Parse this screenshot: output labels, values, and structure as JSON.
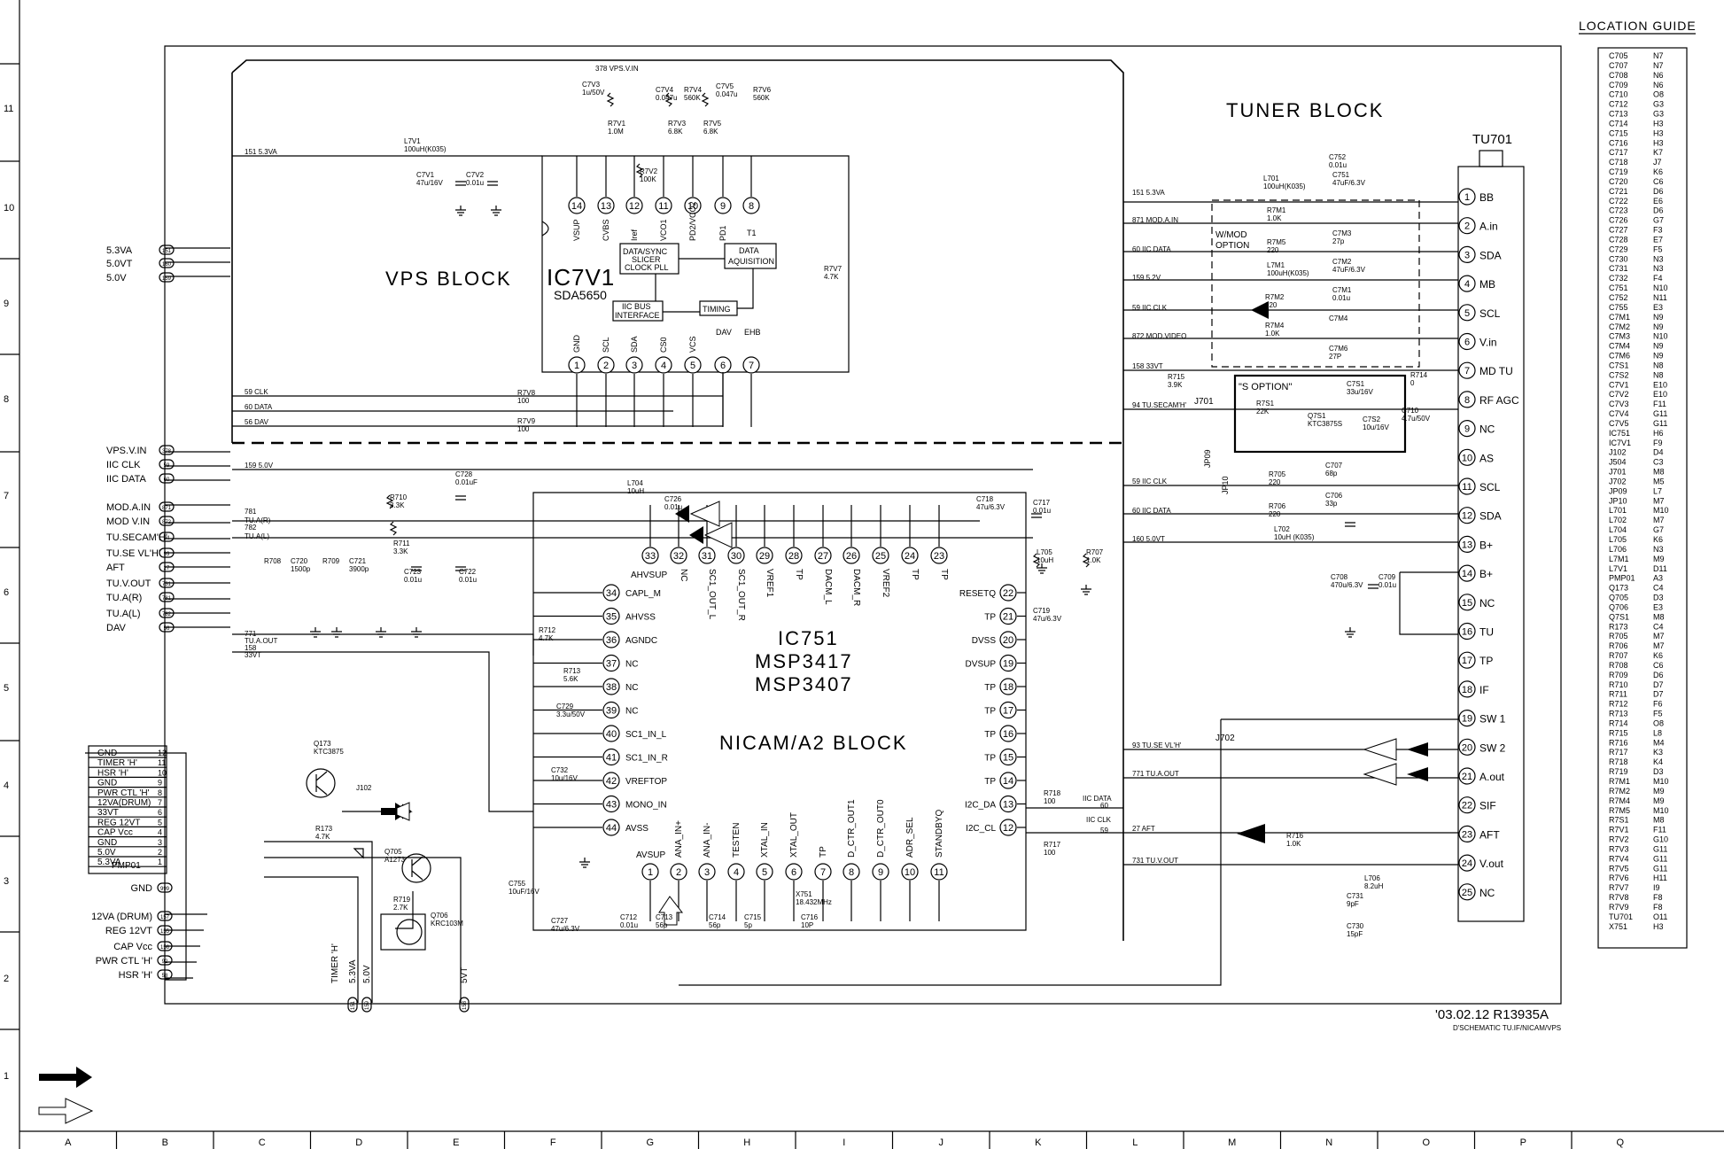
{
  "blocks": {
    "vps": "VPS BLOCK",
    "tuner": "TUNER BLOCK",
    "nicam": "NICAM/A2 BLOCK",
    "s_option": "\"S OPTION\"",
    "wmod_option": [
      "W/MOD",
      "OPTION"
    ]
  },
  "ic7v1": {
    "ref": "IC7V1",
    "part": "SDA5650",
    "top_pins": [
      {
        "num": "14",
        "label": "VSUP"
      },
      {
        "num": "13",
        "label": "CVBS"
      },
      {
        "num": "12",
        "label": "Iref"
      },
      {
        "num": "11",
        "label": "VCO1"
      },
      {
        "num": "10",
        "label": "PD2/VCO2"
      },
      {
        "num": "9",
        "label": "PD1"
      },
      {
        "num": "8",
        "label": ""
      }
    ],
    "bottom_pins": [
      {
        "num": "1",
        "label": "GND"
      },
      {
        "num": "2",
        "label": "SCL"
      },
      {
        "num": "3",
        "label": "SDA"
      },
      {
        "num": "4",
        "label": "CS0"
      },
      {
        "num": "5",
        "label": "VCS"
      },
      {
        "num": "6",
        "label": "DAV"
      },
      {
        "num": "7",
        "label": "EHB"
      }
    ],
    "inner": [
      "DATA/SYNC",
      "SLICER",
      "CLOCK PLL",
      "DATA",
      "AQUISITION",
      "IIC BUS",
      "INTERFACE",
      "TIMING"
    ],
    "pin8_label": "T1"
  },
  "ic751": {
    "ref": "IC751",
    "parts": [
      "MSP3417",
      "MSP3407"
    ],
    "top_pins": [
      {
        "num": "33",
        "label": "AHVSUP"
      },
      {
        "num": "32",
        "label": "NC"
      },
      {
        "num": "31",
        "label": "SC1_OUT_L"
      },
      {
        "num": "30",
        "label": "SC1_OUT_R"
      },
      {
        "num": "29",
        "label": "VREF1"
      },
      {
        "num": "28",
        "label": "TP"
      },
      {
        "num": "27",
        "label": "DACM_L"
      },
      {
        "num": "26",
        "label": "DACM_R"
      },
      {
        "num": "25",
        "label": "VREF2"
      },
      {
        "num": "24",
        "label": "TP"
      },
      {
        "num": "23",
        "label": "TP"
      }
    ],
    "left_pins": [
      {
        "num": "34",
        "label": "CAPL_M"
      },
      {
        "num": "35",
        "label": "AHVSS"
      },
      {
        "num": "36",
        "label": "AGNDC"
      },
      {
        "num": "37",
        "label": "NC"
      },
      {
        "num": "38",
        "label": "NC"
      },
      {
        "num": "39",
        "label": "NC"
      },
      {
        "num": "40",
        "label": "SC1_IN_L"
      },
      {
        "num": "41",
        "label": "SC1_IN_R"
      },
      {
        "num": "42",
        "label": "VREFTOP"
      },
      {
        "num": "43",
        "label": "MONO_IN"
      },
      {
        "num": "44",
        "label": "AVSS"
      }
    ],
    "right_pins": [
      {
        "num": "22",
        "label": "RESETQ"
      },
      {
        "num": "21",
        "label": "TP"
      },
      {
        "num": "20",
        "label": "DVSS"
      },
      {
        "num": "19",
        "label": "DVSUP"
      },
      {
        "num": "18",
        "label": "TP"
      },
      {
        "num": "17",
        "label": "TP"
      },
      {
        "num": "16",
        "label": "TP"
      },
      {
        "num": "15",
        "label": "TP"
      },
      {
        "num": "14",
        "label": "TP"
      },
      {
        "num": "13",
        "label": "I2C_DA"
      },
      {
        "num": "12",
        "label": "I2C_CL"
      }
    ],
    "bottom_pins": [
      {
        "num": "1",
        "label": "AVSUP"
      },
      {
        "num": "2",
        "label": "ANA_IN+"
      },
      {
        "num": "3",
        "label": "ANA_IN-"
      },
      {
        "num": "4",
        "label": "TESTEN"
      },
      {
        "num": "5",
        "label": "XTAL_IN"
      },
      {
        "num": "6",
        "label": "XTAL_OUT"
      },
      {
        "num": "7",
        "label": "TP"
      },
      {
        "num": "8",
        "label": "D_CTR_OUT1"
      },
      {
        "num": "9",
        "label": "D_CTR_OUT0"
      },
      {
        "num": "10",
        "label": "ADR_SEL"
      },
      {
        "num": "11",
        "label": "STANDBYQ"
      }
    ]
  },
  "tu701": {
    "ref": "TU701",
    "pins": [
      {
        "num": "1",
        "label": "BB"
      },
      {
        "num": "2",
        "label": "A.in"
      },
      {
        "num": "3",
        "label": "SDA"
      },
      {
        "num": "4",
        "label": "MB"
      },
      {
        "num": "5",
        "label": "SCL"
      },
      {
        "num": "6",
        "label": "V.in"
      },
      {
        "num": "7",
        "label": "MD TU"
      },
      {
        "num": "8",
        "label": "RF AGC"
      },
      {
        "num": "9",
        "label": "NC"
      },
      {
        "num": "10",
        "label": "AS"
      },
      {
        "num": "11",
        "label": "SCL"
      },
      {
        "num": "12",
        "label": "SDA"
      },
      {
        "num": "13",
        "label": "B+"
      },
      {
        "num": "14",
        "label": "B+"
      },
      {
        "num": "15",
        "label": "NC"
      },
      {
        "num": "16",
        "label": "TU"
      },
      {
        "num": "17",
        "label": "TP"
      },
      {
        "num": "18",
        "label": "IF"
      },
      {
        "num": "19",
        "label": "SW 1"
      },
      {
        "num": "20",
        "label": "SW 2"
      },
      {
        "num": "21",
        "label": "A.out"
      },
      {
        "num": "22",
        "label": "SIF"
      },
      {
        "num": "23",
        "label": "AFT"
      },
      {
        "num": "24",
        "label": "V.out"
      },
      {
        "num": "25",
        "label": "NC"
      }
    ]
  },
  "left_signals": [
    {
      "name": "5.3VA",
      "pin": "151"
    },
    {
      "name": "5.0VT",
      "pin": "160"
    },
    {
      "name": "5.0V",
      "pin": "159"
    },
    {
      "name": "VPS.V.IN",
      "pin": "378"
    },
    {
      "name": "IIC CLK",
      "pin": "59"
    },
    {
      "name": "IIC DATA",
      "pin": "60"
    },
    {
      "name": "MOD.A.IN",
      "pin": "871"
    },
    {
      "name": "MOD V.IN",
      "pin": "872"
    },
    {
      "name": "TU.SECAM'H'",
      "pin": "94"
    },
    {
      "name": "TU.SE VL'H'",
      "pin": "93"
    },
    {
      "name": "AFT",
      "pin": "27"
    },
    {
      "name": "TU.V.OUT",
      "pin": "731"
    },
    {
      "name": "TU.A(R)",
      "pin": "781"
    },
    {
      "name": "TU.A(L)",
      "pin": "782"
    },
    {
      "name": "DAV",
      "pin": "56"
    }
  ],
  "bottom_signals": [
    {
      "name": "GND",
      "pin": "999"
    },
    {
      "name": "12VA (DRUM)",
      "pin": "157"
    },
    {
      "name": "REG 12VT",
      "pin": "155"
    },
    {
      "name": "CAP Vcc",
      "pin": "156"
    },
    {
      "name": "PWR CTL 'H'",
      "pin": "92"
    },
    {
      "name": "HSR 'H'",
      "pin": "58"
    }
  ],
  "pmp01": {
    "ref": "PMP01",
    "rows": [
      {
        "label": "GND",
        "num": "12"
      },
      {
        "label": "TIMER 'H'",
        "num": "11"
      },
      {
        "label": "HSR 'H'",
        "num": "10"
      },
      {
        "label": "GND",
        "num": "9"
      },
      {
        "label": "PWR CTL 'H'",
        "num": "8"
      },
      {
        "label": "12VA(DRUM)",
        "num": "7"
      },
      {
        "label": "33VT",
        "num": "6"
      },
      {
        "label": "REG 12VT",
        "num": "5"
      },
      {
        "label": "CAP Vcc",
        "num": "4"
      },
      {
        "label": "GND",
        "num": "3"
      },
      {
        "label": "5.0V",
        "num": "2"
      },
      {
        "label": "5.3VA",
        "num": "1"
      }
    ]
  },
  "bottom_rails": [
    {
      "name": "TIMER 'H'"
    },
    {
      "name": "5.3VA",
      "pin": "151"
    },
    {
      "name": "5.0V",
      "pin": "159"
    },
    {
      "name": "5VT",
      "pin": "158"
    }
  ],
  "nets": {
    "n151": "151  5.3VA",
    "n59clk": "59  CLK",
    "n60data": "60  DATA",
    "n56dav": "56  DAV",
    "n159": "159  5.0V",
    "n781": "781",
    "n781b": "TU.A(R)",
    "n782": "782",
    "n782b": "TU.A(L)",
    "n771": "771",
    "n771b": "TU.A.OUT",
    "n158": "158",
    "n33vt": "33VT",
    "t151": "151  5.3VA",
    "t871": "871  MOD.A.IN",
    "t60": "60  IIC DATA",
    "t159": "159  5.2V",
    "t59": "59  IIC CLK",
    "t872": "872  MOD.VIDEO",
    "t158": "158  33VT",
    "t94": "94  TU.SECAM'H'",
    "t59b": "59  IIC CLK",
    "t60b": "60  IIC DATA",
    "t160": "160  5.0VT",
    "t93": "93  TU.SE VL'H'",
    "t771": "771  TU.A.OUT",
    "t27": "27  AFT",
    "t731": "731  TU.V.OUT",
    "iicdata": "IIC DATA",
    "iicclk": "IIC CLK",
    "n60": "60",
    "n59": "59",
    "vpsvin": "378  VPS.V.IN",
    "j701": "J701",
    "j702": "J702",
    "jp09": "JP09",
    "jp10": "JP10"
  },
  "components": [
    {
      "ref": "C7V3",
      "val": "1u/50V"
    },
    {
      "ref": "C7V4",
      "val": "0.047u"
    },
    {
      "ref": "R7V4",
      "val": "560K"
    },
    {
      "ref": "C7V5",
      "val": "0.047u"
    },
    {
      "ref": "R7V6",
      "val": "560K"
    },
    {
      "ref": "R7V1",
      "val": "1.0M"
    },
    {
      "ref": "R7V3",
      "val": "6.8K"
    },
    {
      "ref": "R7V5",
      "val": "6.8K"
    },
    {
      "ref": "L7V1",
      "val": "100uH(K035)"
    },
    {
      "ref": "C7V1",
      "val": "47u/16V"
    },
    {
      "ref": "C7V2",
      "val": "0.01u"
    },
    {
      "ref": "R7V2",
      "val": "100K"
    },
    {
      "ref": "R7V7",
      "val": "4.7K"
    },
    {
      "ref": "R7V8",
      "val": "100"
    },
    {
      "ref": "R7V9",
      "val": "100"
    },
    {
      "ref": "C728",
      "val": "0.01uF"
    },
    {
      "ref": "L704",
      "val": "10uH"
    },
    {
      "ref": "C726",
      "val": "0.01u"
    },
    {
      "ref": "R710",
      "val": "3.3K"
    },
    {
      "ref": "R711",
      "val": "3.3K"
    },
    {
      "ref": "R708",
      "val": ""
    },
    {
      "ref": "C720",
      "val": "1500p"
    },
    {
      "ref": "R709",
      "val": ""
    },
    {
      "ref": "C721",
      "val": "3900p"
    },
    {
      "ref": "C723",
      "val": "0.01u"
    },
    {
      "ref": "C722",
      "val": "0.01u"
    },
    {
      "ref": "C718",
      "val": "47u/6.3V"
    },
    {
      "ref": "C717",
      "val": "0.01u"
    },
    {
      "ref": "L705",
      "val": "10uH"
    },
    {
      "ref": "R707",
      "val": "1.0K"
    },
    {
      "ref": "C719",
      "val": "47u/6.3V"
    },
    {
      "ref": "R712",
      "val": "4.7K"
    },
    {
      "ref": "R713",
      "val": "5.6K"
    },
    {
      "ref": "C729",
      "val": "3.3u/50V"
    },
    {
      "ref": "C732",
      "val": "10u/16V"
    },
    {
      "ref": "R718",
      "val": "100"
    },
    {
      "ref": "R717",
      "val": "100"
    },
    {
      "ref": "C727",
      "val": "47u/6.3V"
    },
    {
      "ref": "C712",
      "val": "0.01u"
    },
    {
      "ref": "C713",
      "val": "56p"
    },
    {
      "ref": "C714",
      "val": "56p"
    },
    {
      "ref": "C715",
      "val": "5p"
    },
    {
      "ref": "X751",
      "val": "18.432MHz"
    },
    {
      "ref": "C716",
      "val": "10P"
    },
    {
      "ref": "Q173",
      "val": "KTC3875"
    },
    {
      "ref": "J102",
      "val": ""
    },
    {
      "ref": "R173",
      "val": "4.7K"
    },
    {
      "ref": "Q705",
      "val": "A1273"
    },
    {
      "ref": "R719",
      "val": "2.7K"
    },
    {
      "ref": "Q706",
      "val": "KRC103M"
    },
    {
      "ref": "C755",
      "val": "10uF/16V"
    },
    {
      "ref": "C752",
      "val": "0.01u"
    },
    {
      "ref": "L701",
      "val": "100uH(K035)"
    },
    {
      "ref": "C751",
      "val": "47uF/6.3V"
    },
    {
      "ref": "R7M1",
      "val": "1.0K"
    },
    {
      "ref": "C7M3",
      "val": "27p"
    },
    {
      "ref": "R7M5",
      "val": "220"
    },
    {
      "ref": "L7M1",
      "val": "100uH(K035)"
    },
    {
      "ref": "C7M2",
      "val": "47uF/6.3V"
    },
    {
      "ref": "C7M1",
      "val": "0.01u"
    },
    {
      "ref": "R7M2",
      "val": "220"
    },
    {
      "ref": "R7M4",
      "val": "1.0K"
    },
    {
      "ref": "C7M4",
      "val": ""
    },
    {
      "ref": "C7M6",
      "val": "27P"
    },
    {
      "ref": "R715",
      "val": "3.9K"
    },
    {
      "ref": "R714",
      "val": "0"
    },
    {
      "ref": "R7S1",
      "val": "22K"
    },
    {
      "ref": "C7S1",
      "val": "33u/16V"
    },
    {
      "ref": "Q7S1",
      "val": "KTC3875S"
    },
    {
      "ref": "C7S2",
      "val": "10u/16V"
    },
    {
      "ref": "C710",
      "val": "4.7u/50V"
    },
    {
      "ref": "R705",
      "val": "220"
    },
    {
      "ref": "C707",
      "val": "68p"
    },
    {
      "ref": "R706",
      "val": "220"
    },
    {
      "ref": "C706",
      "val": "33p"
    },
    {
      "ref": "L702",
      "val": "10uH (K035)"
    },
    {
      "ref": "C708",
      "val": "470u/6.3V"
    },
    {
      "ref": "C709",
      "val": "0.01u"
    },
    {
      "ref": "R716",
      "val": "1.0K"
    },
    {
      "ref": "L706",
      "val": "8.2uH"
    },
    {
      "ref": "C731",
      "val": "9pF"
    },
    {
      "ref": "C730",
      "val": "15pF"
    }
  ],
  "location_guide": {
    "title": "LOCATION GUIDE",
    "entries": [
      [
        "C705",
        "N7"
      ],
      [
        "C707",
        "N7"
      ],
      [
        "C708",
        "N6"
      ],
      [
        "C709",
        "N6"
      ],
      [
        "C710",
        "O8"
      ],
      [
        "C712",
        "G3"
      ],
      [
        "C713",
        "G3"
      ],
      [
        "C714",
        "H3"
      ],
      [
        "C715",
        "H3"
      ],
      [
        "C716",
        "H3"
      ],
      [
        "C717",
        "K7"
      ],
      [
        "C718",
        "J7"
      ],
      [
        "C719",
        "K6"
      ],
      [
        "C720",
        "C6"
      ],
      [
        "C721",
        "D6"
      ],
      [
        "C722",
        "E6"
      ],
      [
        "C723",
        "D6"
      ],
      [
        "C726",
        "G7"
      ],
      [
        "C727",
        "F3"
      ],
      [
        "C728",
        "E7"
      ],
      [
        "C729",
        "F5"
      ],
      [
        "C730",
        "N3"
      ],
      [
        "C731",
        "N3"
      ],
      [
        "C732",
        "F4"
      ],
      [
        "C751",
        "N10"
      ],
      [
        "C752",
        "N11"
      ],
      [
        "C755",
        "E3"
      ],
      [
        "C7M1",
        "N9"
      ],
      [
        "C7M2",
        "N9"
      ],
      [
        "C7M3",
        "N10"
      ],
      [
        "C7M4",
        "N9"
      ],
      [
        "C7M6",
        "N9"
      ],
      [
        "C7S1",
        "N8"
      ],
      [
        "C7S2",
        "N8"
      ],
      [
        "C7V1",
        "E10"
      ],
      [
        "C7V2",
        "E10"
      ],
      [
        "C7V3",
        "F11"
      ],
      [
        "C7V4",
        "G11"
      ],
      [
        "C7V5",
        "G11"
      ],
      [
        "IC751",
        "H6"
      ],
      [
        "IC7V1",
        "F9"
      ],
      [
        "J102",
        "D4"
      ],
      [
        "J504",
        "C3"
      ],
      [
        "J701",
        "M8"
      ],
      [
        "J702",
        "M5"
      ],
      [
        "JP09",
        "L7"
      ],
      [
        "JP10",
        "M7"
      ],
      [
        "L701",
        "M10"
      ],
      [
        "L702",
        "M7"
      ],
      [
        "L704",
        "G7"
      ],
      [
        "L705",
        "K6"
      ],
      [
        "L706",
        "N3"
      ],
      [
        "L7M1",
        "M9"
      ],
      [
        "L7V1",
        "D11"
      ],
      [
        "PMP01",
        "A3"
      ],
      [
        "Q173",
        "C4"
      ],
      [
        "Q705",
        "D3"
      ],
      [
        "Q706",
        "E3"
      ],
      [
        "Q7S1",
        "M8"
      ],
      [
        "R173",
        "C4"
      ],
      [
        "R705",
        "M7"
      ],
      [
        "R706",
        "M7"
      ],
      [
        "R707",
        "K6"
      ],
      [
        "R708",
        "C6"
      ],
      [
        "R709",
        "D6"
      ],
      [
        "R710",
        "D7"
      ],
      [
        "R711",
        "D7"
      ],
      [
        "R712",
        "F6"
      ],
      [
        "R713",
        "F5"
      ],
      [
        "R714",
        "O8"
      ],
      [
        "R715",
        "L8"
      ],
      [
        "R716",
        "M4"
      ],
      [
        "R717",
        "K3"
      ],
      [
        "R718",
        "K4"
      ],
      [
        "R719",
        "D3"
      ],
      [
        "R7M1",
        "M10"
      ],
      [
        "R7M2",
        "M9"
      ],
      [
        "R7M4",
        "M9"
      ],
      [
        "R7M5",
        "M10"
      ],
      [
        "R7S1",
        "M8"
      ],
      [
        "R7V1",
        "F11"
      ],
      [
        "R7V2",
        "G10"
      ],
      [
        "R7V3",
        "G11"
      ],
      [
        "R7V4",
        "G11"
      ],
      [
        "R7V5",
        "G11"
      ],
      [
        "R7V6",
        "H11"
      ],
      [
        "R7V7",
        "I9"
      ],
      [
        "R7V8",
        "F8"
      ],
      [
        "R7V9",
        "F8"
      ],
      [
        "TU701",
        "O11"
      ],
      [
        "X751",
        "H3"
      ]
    ]
  },
  "footer": {
    "code": "'03.02.12  R13935A",
    "subtitle": "D'SCHEMATIC TU.IF/NICAM/VPS"
  },
  "grid": {
    "columns": [
      "A",
      "B",
      "C",
      "D",
      "E",
      "F",
      "G",
      "H",
      "I",
      "J",
      "K",
      "L",
      "M",
      "N",
      "O",
      "P",
      "Q"
    ],
    "rows": [
      "11",
      "10",
      "9",
      "8",
      "7",
      "6",
      "5",
      "4",
      "3",
      "2",
      "1"
    ]
  }
}
